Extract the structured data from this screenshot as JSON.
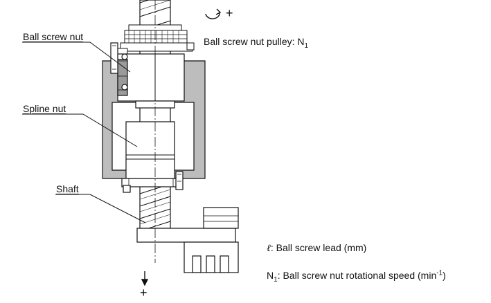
{
  "labels": {
    "ball_screw_nut": "Ball screw nut",
    "spline_nut": "Spline nut",
    "shaft": "Shaft",
    "pulley_prefix": "Ball screw nut pulley: N",
    "pulley_sub": "1",
    "lead_symbol": "ℓ",
    "lead_text": ": Ball screw lead (mm)",
    "speed_prefix": "N",
    "speed_sub": "1",
    "speed_text": ": Ball screw nut rotational speed (min",
    "speed_sup": "-1",
    "speed_close": ")",
    "rotation_plus": "+",
    "axial_plus": "+"
  },
  "colors": {
    "housing_fill": "#bdbdbd",
    "line": "#111111",
    "background": "#ffffff"
  },
  "icons": {
    "rotation": "rotation-arrow-icon",
    "axial": "down-arrow-icon"
  }
}
